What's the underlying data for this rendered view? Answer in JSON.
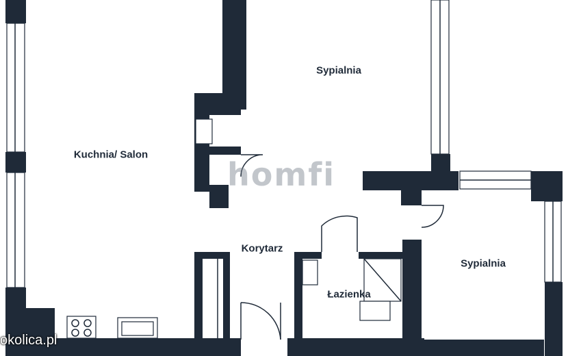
{
  "rooms": {
    "kitchen_living": "Kuchnia/ Salon",
    "bedroom_top": "Sypialnia",
    "bedroom_right": "Sypialnia",
    "corridor": "Korytarz",
    "bathroom": "Łazienka"
  },
  "watermark": "homfi",
  "corner_text": "okolica.pl",
  "colors": {
    "wall": "#1f2a38",
    "watermark_accent": "#3ddc97"
  }
}
